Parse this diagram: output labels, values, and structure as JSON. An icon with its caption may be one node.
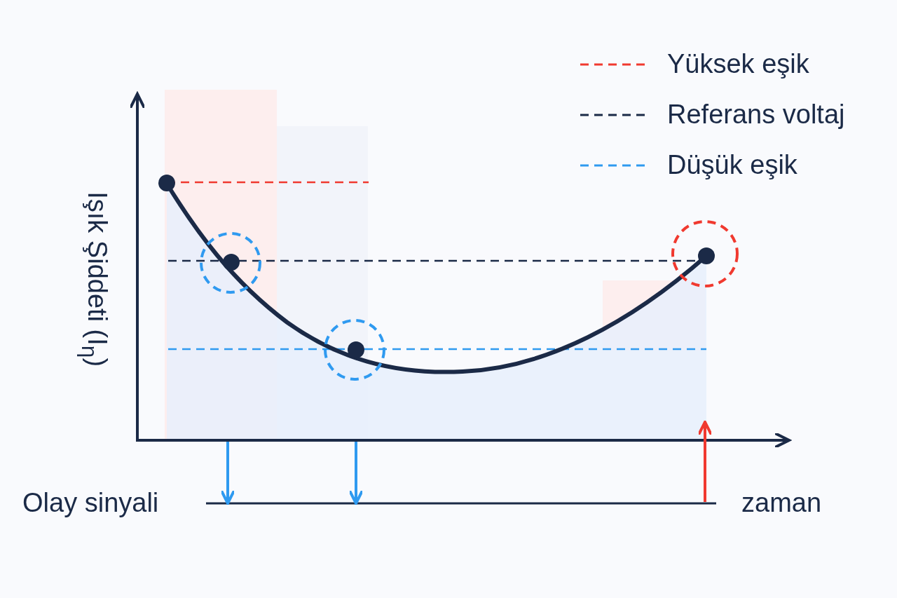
{
  "diagram": {
    "labels": [
      "Işık Şiddeti (I$_{η}$)",
      "Olay sinyali",
      "zaman"
    ],
    "legend": [
      {
        "text": "Yüksek eşik"
      },
      {
        "text": "Referans voltaj"
      },
      {
        "text": "Düşük eşik"
      }
    ]
  }
}
